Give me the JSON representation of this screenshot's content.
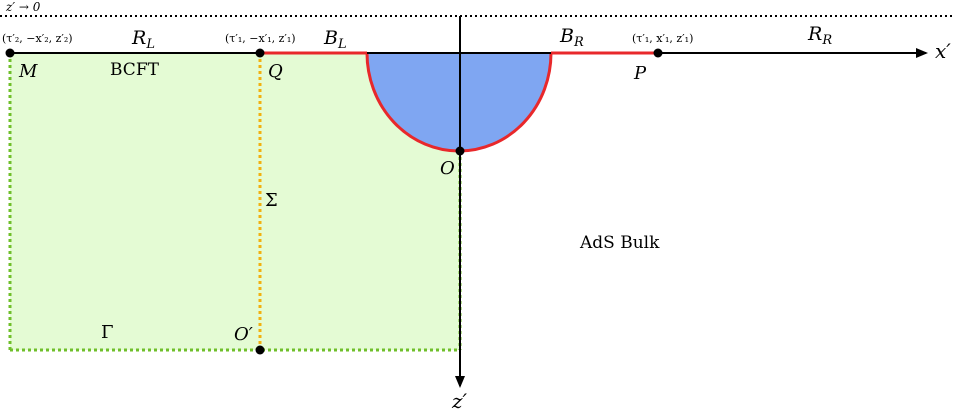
{
  "boundary_limit": {
    "label": "z′ → 0"
  },
  "axes": {
    "x": "x′",
    "z": "z′"
  },
  "regions": {
    "RL": {
      "main": "R",
      "sub": "L"
    },
    "RR": {
      "main": "R",
      "sub": "R"
    },
    "BL": {
      "main": "B",
      "sub": "L"
    },
    "BR": {
      "main": "B",
      "sub": "R"
    },
    "bcft": "BCFT",
    "bulk": "AdS Bulk"
  },
  "points": {
    "M": "M",
    "Q": "Q",
    "P": "P",
    "O": "O",
    "O_prime": "O′"
  },
  "coords": {
    "M": "(τ′₂, −x′₂, z′₂)",
    "Q": "(τ′₁, −x′₁, z′₁)",
    "P": "(τ′₁, x′₁, z′₁)"
  },
  "surfaces": {
    "sigma": "Σ",
    "gamma": "Γ"
  },
  "colors": {
    "green_fill": "#e4fbd4",
    "green_line": "#6fbf2a",
    "orange_line": "#f2b10f",
    "red_line": "#e8282b",
    "blue_fill": "#7fa6f2",
    "axis": "#000000"
  }
}
